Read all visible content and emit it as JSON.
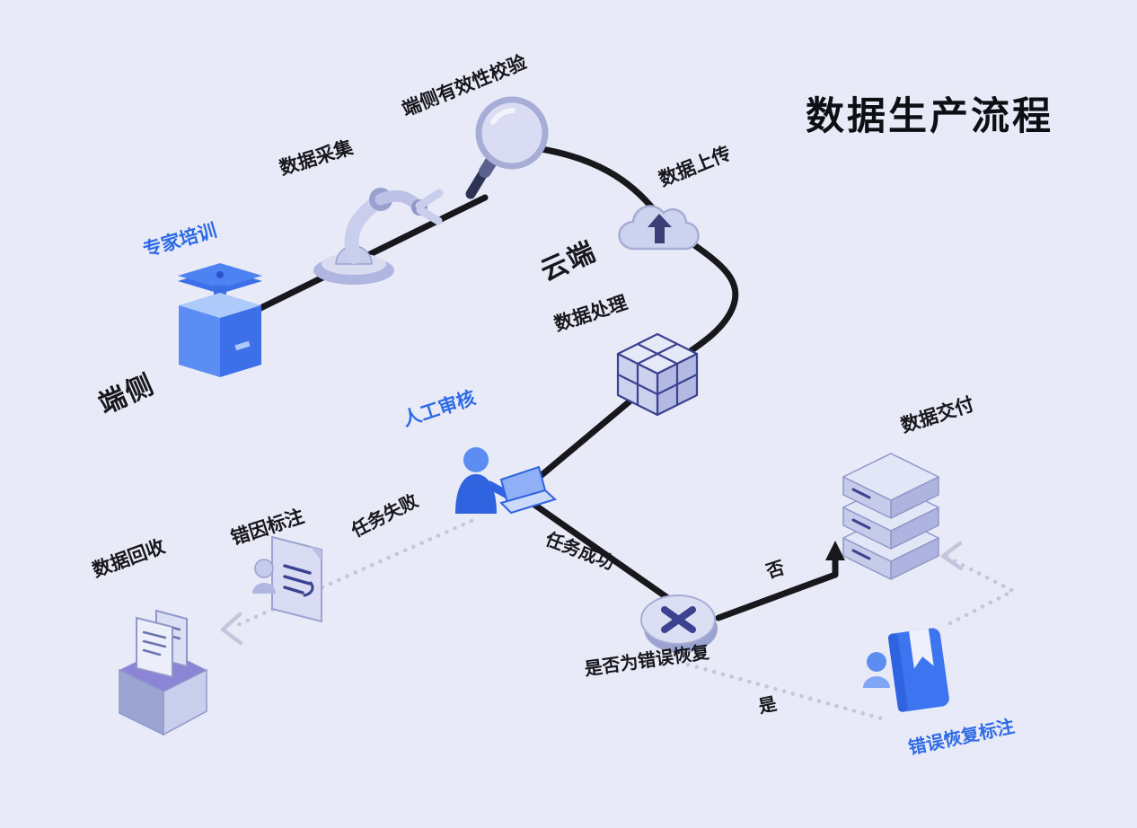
{
  "title": "数据生产流程",
  "colors": {
    "background": "#e9eaf7",
    "solid_line": "#17171c",
    "dotted_line": "#c3c6dc",
    "accent_blue": "#2e6be6",
    "label_dark": "#17171c",
    "icon_lavender": "#cdd2ee",
    "icon_navy": "#3b4290",
    "icon_blue": "#3d74f0"
  },
  "zones": {
    "device": "端侧",
    "cloud": "云端"
  },
  "steps": {
    "expert_training": "专家培训",
    "data_collection": "数据采集",
    "device_validation": "端侧有效性校验",
    "data_upload": "数据上传",
    "data_processing": "数据处理",
    "manual_review": "人工审核",
    "error_cause_annotation": "错因标注",
    "data_recycle": "数据回收",
    "decision_question": "是否为错误恢复",
    "data_delivery": "数据交付",
    "error_recovery_annotation": "错误恢复标注"
  },
  "edges": {
    "task_failed": "任务失败",
    "task_success": "任务成功",
    "no": "否",
    "yes": "是"
  },
  "icons": {
    "training-podium-icon": "graduation-podium",
    "robot-arm-icon": "robot-arm",
    "magnifier-icon": "magnifying-glass",
    "cloud-upload-icon": "cloud-with-up-arrow",
    "data-cube-icon": "isometric-cube-grid",
    "reviewer-person-icon": "person-with-laptop",
    "error-doc-icon": "document-with-person",
    "recycle-box-icon": "open-box-with-documents",
    "decision-x-icon": "ellipse-with-x",
    "server-icon": "server-stack",
    "recovery-book-icon": "person-with-book"
  }
}
